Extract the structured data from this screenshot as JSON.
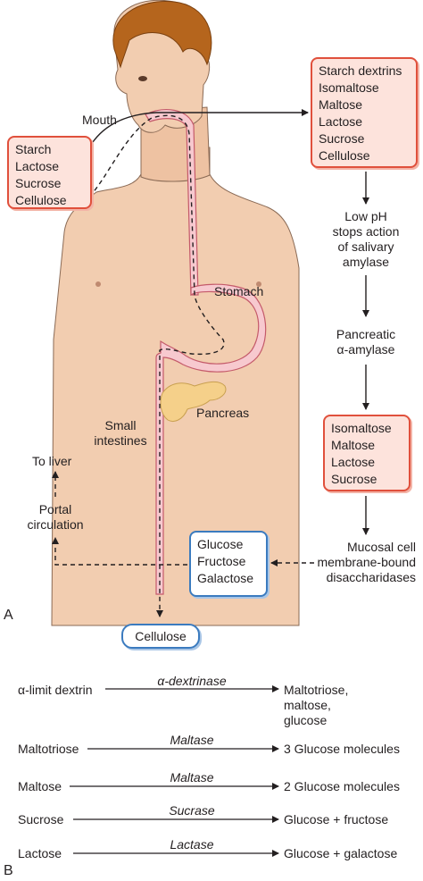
{
  "panel_a": {
    "label": "A",
    "mouth": "Mouth",
    "stomach": "Stomach",
    "pancreas": "Pancreas",
    "small_intestines": [
      "Small",
      "intestines"
    ],
    "to_liver": "To liver",
    "portal_circulation": [
      "Portal",
      "circulation"
    ],
    "mouth_input_box": [
      "Starch",
      "Lactose",
      "Sucrose",
      "Cellulose"
    ],
    "mouth_products_box": [
      "Starch dextrins",
      "Isomaltose",
      "Maltose",
      "Lactose",
      "Sucrose",
      "Cellulose"
    ],
    "low_ph": [
      "Low pH",
      "stops action",
      "of salivary",
      "amylase"
    ],
    "pancreatic_amylase": [
      "Pancreatic",
      "α-amylase"
    ],
    "intestinal_box": [
      "Isomaltose",
      "Maltose",
      "Lactose",
      "Sucrose"
    ],
    "mucosal": [
      "Mucosal cell",
      "membrane-bound",
      "disaccharidases"
    ],
    "absorbed_box": [
      "Glucose",
      "Fructose",
      "Galactose"
    ],
    "excreted_box": "Cellulose"
  },
  "panel_b": {
    "label": "B",
    "reactions": [
      {
        "substrate": "α-limit dextrin",
        "enzyme": "α-dextrinase",
        "products": [
          "Maltotriose,",
          "maltose,",
          "glucose"
        ]
      },
      {
        "substrate": "Maltotriose",
        "enzyme": "Maltase",
        "products": [
          "3 Glucose molecules"
        ]
      },
      {
        "substrate": "Maltose",
        "enzyme": "Maltase",
        "products": [
          "2 Glucose molecules"
        ]
      },
      {
        "substrate": "Sucrose",
        "enzyme": "Sucrase",
        "products": [
          "Glucose + fructose"
        ]
      },
      {
        "substrate": "Lactose",
        "enzyme": "Lactase",
        "products": [
          "Glucose + galactose"
        ]
      }
    ]
  },
  "colors": {
    "skin": "#f2cdb0",
    "skin_outline": "#8a6a55",
    "hair": "#b5651d",
    "tract": "#f7c9cf",
    "tract_outline": "#c45a6a",
    "pancreas": "#f5d08a",
    "red_box_border": "#e0503c",
    "red_box_fill": "#fde3dc",
    "blue_box_border": "#3b7bbf",
    "text": "#231f20"
  }
}
